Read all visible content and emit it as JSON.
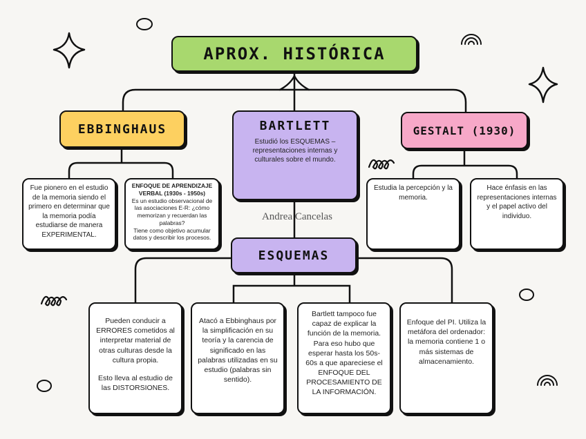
{
  "main": {
    "title": "APROX. HISTÓRICA"
  },
  "ebbinghaus": {
    "title": "EBBINGHAUS",
    "note1": "Fue pionero en el estudio de la memoria siendo el primero en determinar que la memoria podía estudiarse de manera EXPERIMENTAL.",
    "note2_title": "ENFOQUE DE APRENDIZAJE VERBAL (1930s - 1950s)",
    "note2_body1": "Es un estudio observacional de las asociaciones E-R: ¿cómo memorizan y recuerdan las palabras?",
    "note2_body2": "Tiene como objetivo acumular datos y describir los procesos."
  },
  "bartlett": {
    "title": "BARTLETT",
    "body": "Estudió los ESQUEMAS – representaciones internas y culturales sobre el mundo."
  },
  "gestalt": {
    "title": "GESTALT (1930)",
    "note1": "Estudia la percepción y la memoria.",
    "note2": "Hace énfasis en las representaciones internas y el papel activo del individuo."
  },
  "author": "Andrea Cancelas",
  "esquemas": {
    "title": "ESQUEMAS",
    "note1_p1": "Pueden conducir a ERRORES cometidos al interpretar material de otras culturas desde la cultura propia.",
    "note1_p2": "Esto lleva al estudio de las DISTORSIONES.",
    "note2": "Atacó a Ebbinghaus por la simplificación en su teoría y la carencia de significado en las palabras utilizadas en su estudio (palabras sin sentido).",
    "note3": "Bartlett tampoco fue capaz de explicar la función de la memoria. Para eso hubo que esperar hasta los 50s-60s a que apareciese el ENFOQUE DEL PROCESAMIENTO DE LA INFORMACIÓN.",
    "note4": "Enfoque del PI. Utiliza la metáfora del ordenador: la memoria contiene 1 o más sistemas de almacenamiento."
  },
  "colors": {
    "main": "#a8d86e",
    "ebbinghaus": "#fdd060",
    "bartlett": "#c8b4f0",
    "gestalt": "#f7a8c8",
    "esquemas": "#c8b4f0"
  }
}
